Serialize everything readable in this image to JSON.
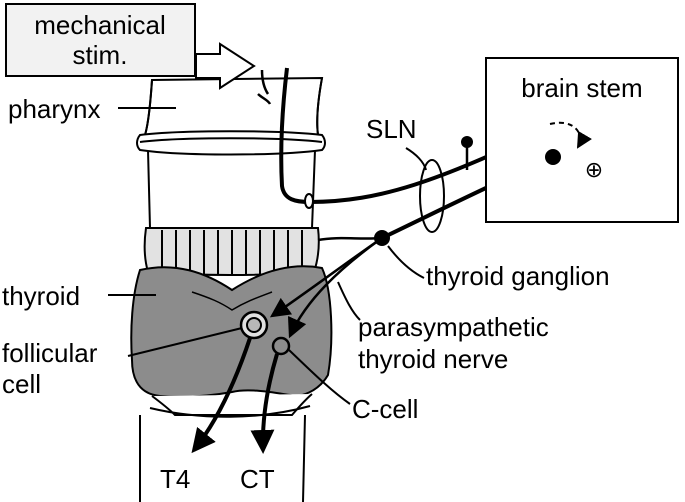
{
  "labels": {
    "mechanical_stim_line1": "mechanical",
    "mechanical_stim_line2": "stim.",
    "pharynx": "pharynx",
    "brain_stem": "brain stem",
    "sln": "SLN",
    "plus_symbol": "⊕",
    "thyroid_ganglion": "thyroid ganglion",
    "thyroid": "thyroid",
    "parasympathetic_line1": "parasympathetic",
    "parasympathetic_line2": "thyroid nerve",
    "follicular_line1": "follicular",
    "follicular_line2": "cell",
    "c_cell": "C-cell",
    "t4": "T4",
    "ct": "CT"
  },
  "colors": {
    "stim_box_fill": "#f2f2f2",
    "cartilage_fill": "#e2e2e2",
    "thyroid_fill": "#8c8c8c",
    "line": "#000000",
    "background": "#ffffff"
  }
}
